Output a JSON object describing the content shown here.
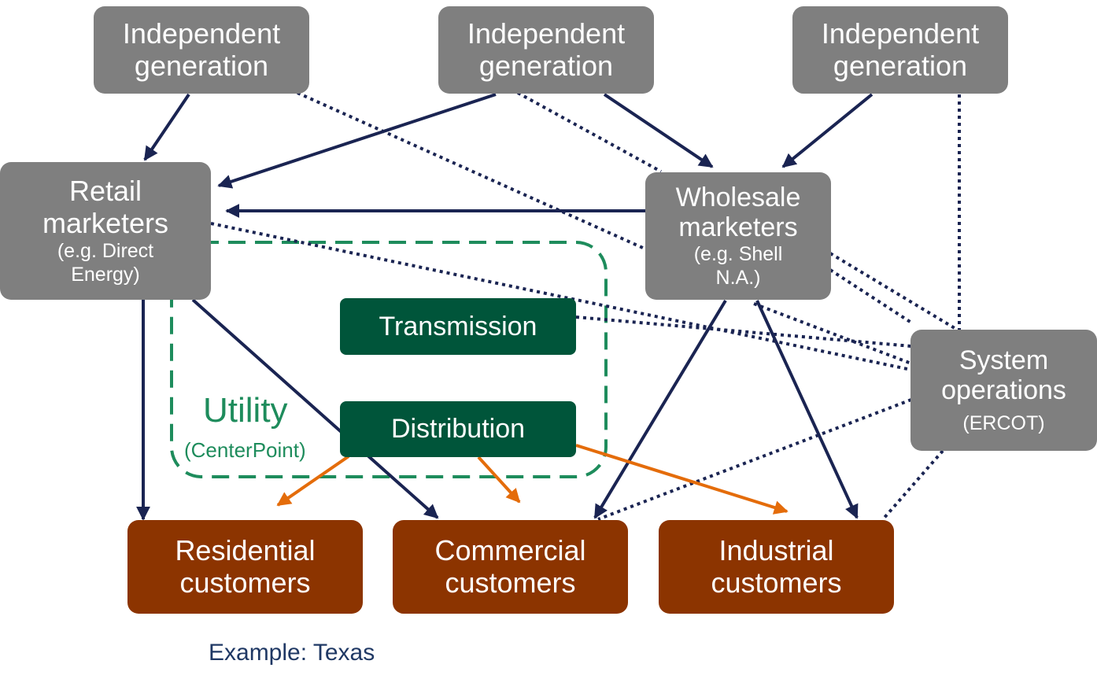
{
  "colors": {
    "gray_box": "#7f7f7f",
    "green_box": "#00553a",
    "brown_box": "#8c3400",
    "utility_green": "#1e8c5c",
    "navy_line": "#1a2452",
    "orange_arrow": "#e46c0a",
    "caption": "#1f3864"
  },
  "nodes": {
    "gen_left": {
      "line1": "Independent",
      "line2": "generation"
    },
    "gen_middle": {
      "line1": "Independent",
      "line2": "generation"
    },
    "gen_right": {
      "line1": "Independent",
      "line2": "generation"
    },
    "retail": {
      "line1": "Retail",
      "line2": "marketers",
      "sub1": "(e.g. Direct",
      "sub2": "Energy)"
    },
    "wholesale": {
      "line1": "Wholesale",
      "line2": "marketers",
      "sub1": "(e.g. Shell",
      "sub2": "N.A.)"
    },
    "system_ops": {
      "line1": "System",
      "line2": "operations",
      "sub1": "(ERCOT)"
    },
    "transmission": {
      "label": "Transmission"
    },
    "distribution": {
      "label": "Distribution"
    },
    "residential": {
      "line1": "Residential",
      "line2": "customers"
    },
    "commercial": {
      "line1": "Commercial",
      "line2": "customers"
    },
    "industrial": {
      "line1": "Industrial",
      "line2": "customers"
    }
  },
  "utility": {
    "title": "Utility",
    "subtitle": "(CenterPoint)"
  },
  "caption": "Example: Texas"
}
